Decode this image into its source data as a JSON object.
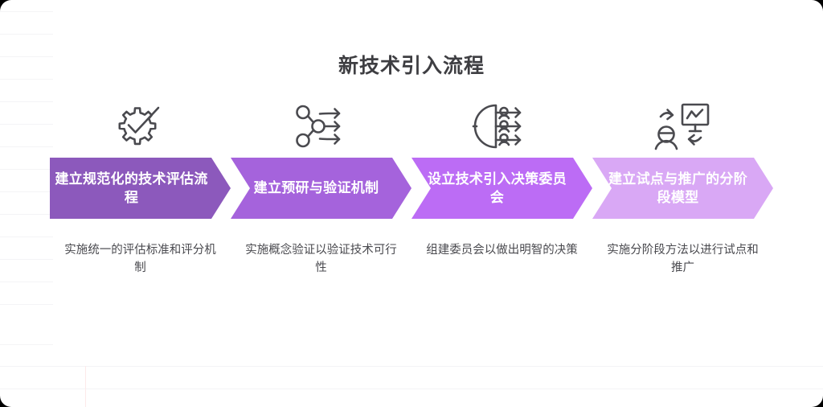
{
  "page": {
    "background_color": "#ffffff",
    "title": "新技术引入流程"
  },
  "flow": {
    "steps": [
      {
        "icon_name": "gear-check-icon",
        "label": "建立规范化的技术评估流程",
        "caption": "实施统一的评估标准和评分机制",
        "color": "#8C59BC"
      },
      {
        "icon_name": "branching-nodes-arrows-icon",
        "label": "建立预研与验证机制",
        "caption": "实施概念验证以验证技术可行性",
        "color": "#A563DC"
      },
      {
        "icon_name": "committee-group-arrows-icon",
        "label": "设立技术引入决策委员会",
        "caption": "组建委员会以做出明智的决策",
        "color": "#BC6CF5"
      },
      {
        "icon_name": "person-presentation-chart-icon",
        "label": "建立试点与推广的分阶段模型",
        "caption": "实施分阶段方法以进行试点和推广",
        "color": "#D9A8F5"
      }
    ]
  },
  "style": {
    "icon_stroke_color": "#4a4a4f",
    "title_color": "#3e3e42",
    "caption_color": "#4a4a4f",
    "chevron_label_color": "#ffffff",
    "guide_line_color": "#f4f4f6",
    "guide_vertical_color": "#fdeaea"
  }
}
